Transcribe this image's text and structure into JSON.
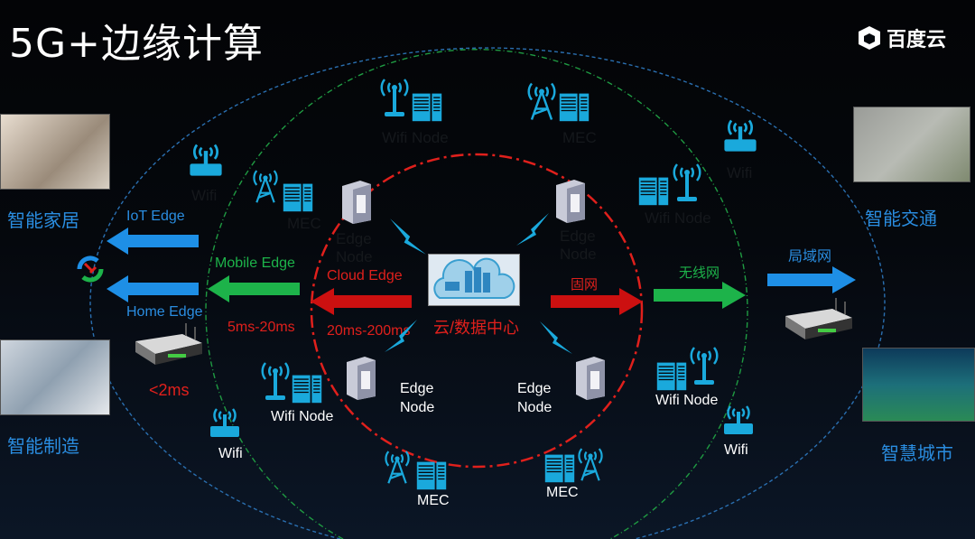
{
  "title": "5G+边缘计算",
  "logo": "百度云",
  "scenes": {
    "home": "智能家居",
    "manufacturing": "智能制造",
    "traffic": "智能交通",
    "city": "智慧城市"
  },
  "edges": {
    "iot": "IoT Edge",
    "home": "Home Edge",
    "mobile": "Mobile Edge",
    "cloud": "Cloud Edge"
  },
  "latency": {
    "home": "<2ms",
    "mobile": "5ms-20ms",
    "cloud": "20ms-200ms"
  },
  "center": "云/数据中心",
  "networks": {
    "fixed": "固网",
    "wireless": "无线网",
    "lan": "局域网"
  },
  "nodes": {
    "wifi": "Wifi",
    "wifi_node": "Wifi Node",
    "mec": "MEC",
    "edge_node_1": "Edge",
    "edge_node_2": "Node"
  },
  "colors": {
    "blue": "#2a8de0",
    "green": "#1db34a",
    "red": "#e0201c",
    "icon": "#1aa9dc"
  }
}
